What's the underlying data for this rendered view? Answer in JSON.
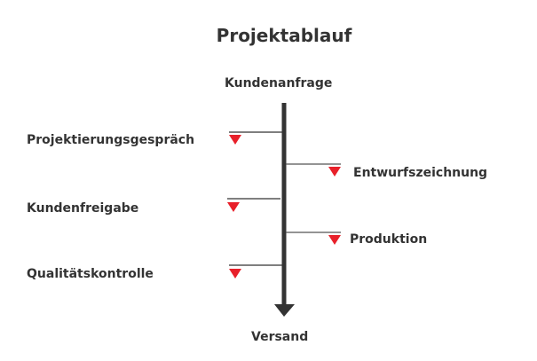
{
  "title": "Projektablauf",
  "start": "Kundenanfrage",
  "end": "Versand",
  "steps": [
    {
      "label": "Projektierungsgespräch",
      "side": "left"
    },
    {
      "label": "Entwurfszeichnung",
      "side": "right"
    },
    {
      "label": "Kundenfreigabe",
      "side": "left"
    },
    {
      "label": "Produktion",
      "side": "right"
    },
    {
      "label": "Qualitätskontrolle",
      "side": "left"
    }
  ],
  "colors": {
    "line": "#333333",
    "marker": "#e8202a"
  }
}
